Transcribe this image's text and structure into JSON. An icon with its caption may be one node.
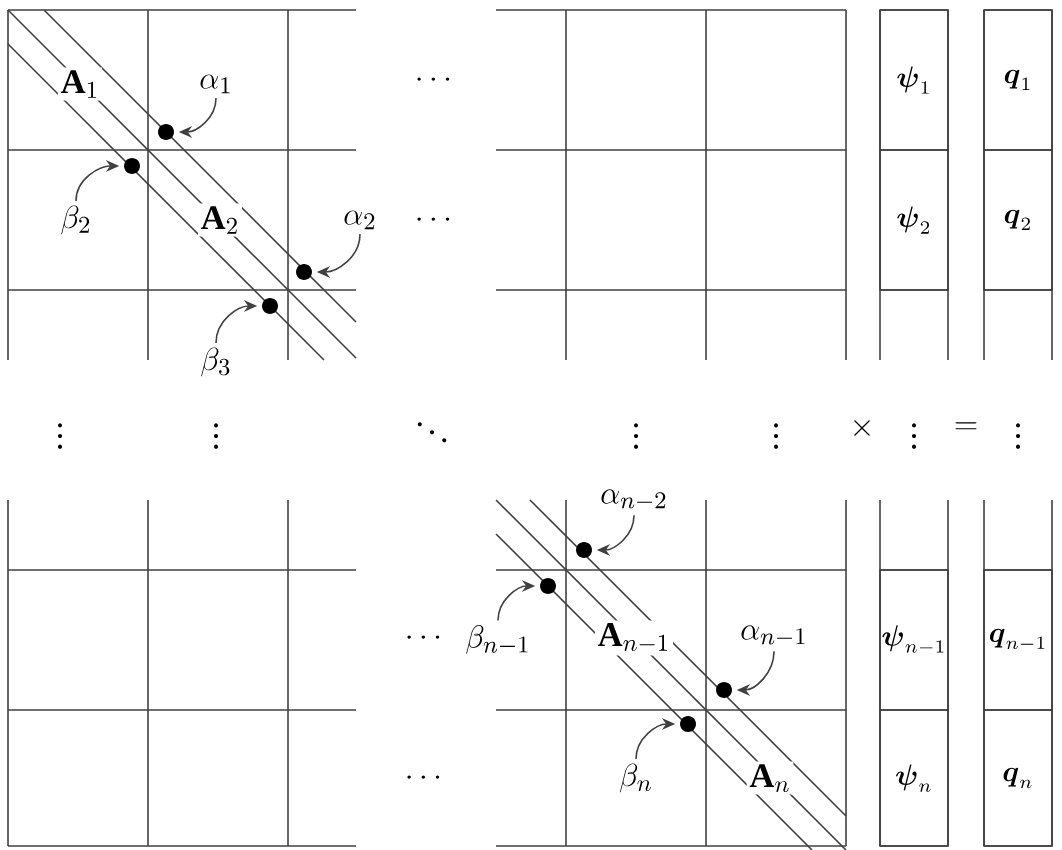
{
  "diagram": {
    "nodes": [
      {
        "text": [
          "\\alpha_1"
        ]
      },
      {
        "text": [],
        "shape": "circle"
      },
      {
        "text": [
          "\\beta_2"
        ]
      },
      {
        "text": [],
        "shape": "circle"
      },
      {
        "text": [
          "\\alpha_2"
        ]
      },
      {
        "text": [],
        "shape": "circle"
      },
      {
        "text": [
          "\\beta_3"
        ]
      },
      {
        "text": [],
        "shape": "circle"
      },
      {
        "text": [
          "\\boldsymbol{\\psi}_1"
        ]
      },
      {
        "text": [
          "\\boldsymbol{q}_1"
        ]
      },
      {
        "text": [
          "\\boldsymbol{\\psi}_2"
        ]
      },
      {
        "text": [
          "\\boldsymbol{q}_2"
        ]
      },
      {
        "text": [
          "\\alpha_{n-2}"
        ]
      },
      {
        "text": [],
        "shape": "circle"
      },
      {
        "text": [
          "\\beta_{n-1}"
        ]
      },
      {
        "text": [],
        "shape": "circle"
      },
      {
        "text": [
          "\\alpha_{n-1}"
        ]
      },
      {
        "text": [],
        "shape": "circle"
      },
      {
        "text": [
          "\\beta_n"
        ]
      },
      {
        "text": [],
        "shape": "circle"
      },
      {
        "text": [
          "\\boldsymbol{\\psi}_{n-1}"
        ]
      },
      {
        "text": [
          "\\boldsymbol{q}_{n-1}"
        ]
      },
      {
        "text": [
          "\\boldsymbol{\\psi}_n"
        ]
      },
      {
        "text": [
          "\\boldsymbol{q}_n"
        ]
      }
    ],
    "edges": [
      {
        "from": 0,
        "to": 1,
        "arrow": "to"
      },
      {
        "from": 2,
        "to": 3,
        "arrow": "to"
      },
      {
        "from": 4,
        "to": 5,
        "arrow": "to"
      },
      {
        "from": 6,
        "to": 7,
        "arrow": "to"
      },
      {
        "from": 12,
        "to": 13,
        "arrow": "to"
      },
      {
        "from": 14,
        "to": 15,
        "arrow": "to"
      },
      {
        "from": 16,
        "to": 17,
        "arrow": "to"
      },
      {
        "from": 18,
        "to": 19,
        "arrow": "to"
      }
    ],
    "labels": [
      "\\mathbf{A}_1",
      "\\cdots",
      "\\mathbf{A}_2",
      "\\cdots",
      "\\vdots",
      "\\vdots",
      "\\ddots",
      "\\vdots",
      "\\vdots",
      "\\times",
      "\\vdots",
      "=",
      "\\vdots",
      "\\mathbf{A}_{n-1}",
      "\\cdots",
      "\\cdots",
      "\\mathbf{A}_n"
    ]
  }
}
